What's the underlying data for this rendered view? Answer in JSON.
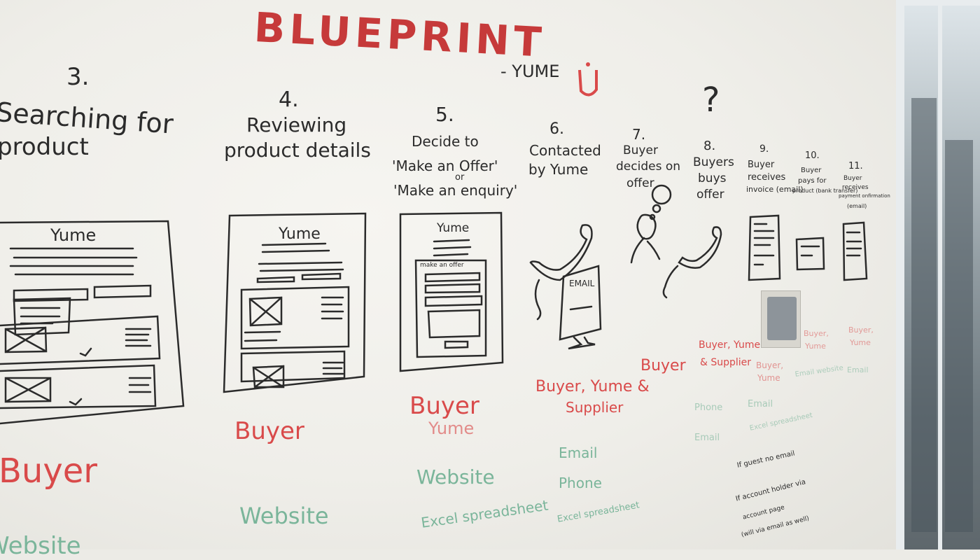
{
  "title": "BLUEPRINT",
  "subtitle": "- YUME",
  "steps": [
    {
      "num": "3.",
      "label1": "Searching for",
      "label2": "product",
      "actor": "Buyer",
      "channel": "Website"
    },
    {
      "num": "4.",
      "label1": "Reviewing",
      "label2": "product details",
      "actor": "Buyer",
      "channel": "Website"
    },
    {
      "num": "5.",
      "label1": "Decide to",
      "label2": "'Make an Offer'",
      "label3": "or",
      "label4": "'Make an enquiry'",
      "actor": "Buyer",
      "actor2": "Yume",
      "channel": "Website",
      "channel2": "Excel spreadsheet"
    },
    {
      "num": "6.",
      "label1": "Contacted",
      "label2": "by Yume",
      "actor": "Buyer, Yume &",
      "actor2": "Supplier",
      "channel": "Email",
      "channel2": "Phone",
      "channel3": "Excel spreadsheet"
    },
    {
      "num": "7.",
      "label1": "Buyer",
      "label2": "decides on",
      "label3": "offer",
      "actor": "Buyer"
    },
    {
      "num": "8.",
      "label1": "Buyers",
      "label2": "buys",
      "label3": "offer",
      "actor": "Buyer, Yume",
      "actor2": "& Supplier",
      "channel": "Phone",
      "channel2": "Email"
    },
    {
      "num": "9.",
      "label1": "Buyer",
      "label2": "receives",
      "label3": "invoice (email)",
      "actor": "Buyer,",
      "actor2": "Yume",
      "channel": "Email",
      "channel2": "Excel spreadsheet"
    },
    {
      "num": "10.",
      "label1": "Buyer",
      "label2": "pays for",
      "label3": "product (bank transfer)",
      "actor": "Buyer,",
      "actor2": "Yume",
      "channel": "Email website"
    },
    {
      "num": "11.",
      "label1": "Buyer",
      "label2": "receives",
      "label3": "payment onfirmation",
      "label4": "(email)",
      "actor": "Buyer,",
      "actor2": "Yume",
      "channel": "Email"
    }
  ],
  "question_mark": "?",
  "sketch": {
    "yume": "Yume",
    "make_offer": "make an offer",
    "email": "EMAIL"
  },
  "notes": {
    "line1": "If guest no email",
    "line2": "If account holder via",
    "line3": "account page",
    "line4": "(will via email as well)"
  },
  "colors": {
    "marker_black": "#2b2b2b",
    "marker_red": "#d94a4a",
    "marker_green": "#7ab59a"
  }
}
